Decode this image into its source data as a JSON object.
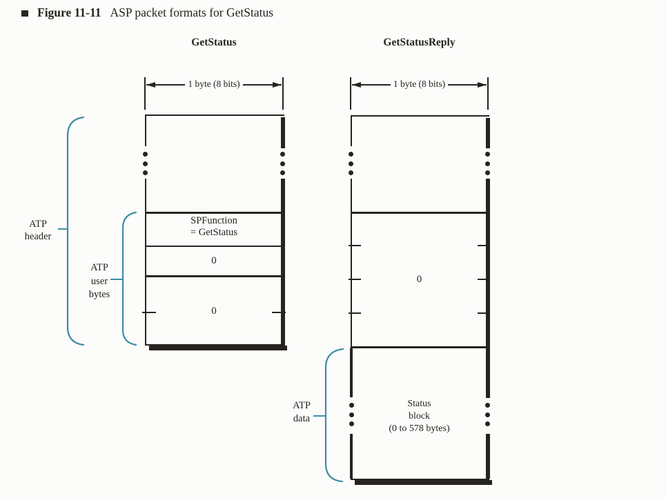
{
  "figure": {
    "label": "Figure 11-11",
    "caption": "ASP packet formats for GetStatus"
  },
  "diagrams": {
    "getstatus": {
      "title": "GetStatus",
      "width_annotation": "1 byte (8 bits)",
      "cells": {
        "spfunction_line1": "SPFunction",
        "spfunction_line2": "= GetStatus",
        "user_byte_2": "0",
        "user_bytes_3_4": "0"
      }
    },
    "getstatusreply": {
      "title": "GetStatusReply",
      "width_annotation": "1 byte (8 bits)",
      "cells": {
        "user_bytes": "0",
        "status_block_line1": "Status",
        "status_block_line2": "block",
        "status_block_line3": "(0 to 578 bytes)"
      }
    }
  },
  "brace_labels": {
    "atp_header": [
      "ATP",
      "header"
    ],
    "atp_user_bytes": [
      "ATP",
      "user",
      "bytes"
    ],
    "atp_data": [
      "ATP",
      "data"
    ]
  },
  "colors": {
    "ink": "#262320",
    "brace": "#3E8CA5",
    "background": "#FCFCFA"
  }
}
